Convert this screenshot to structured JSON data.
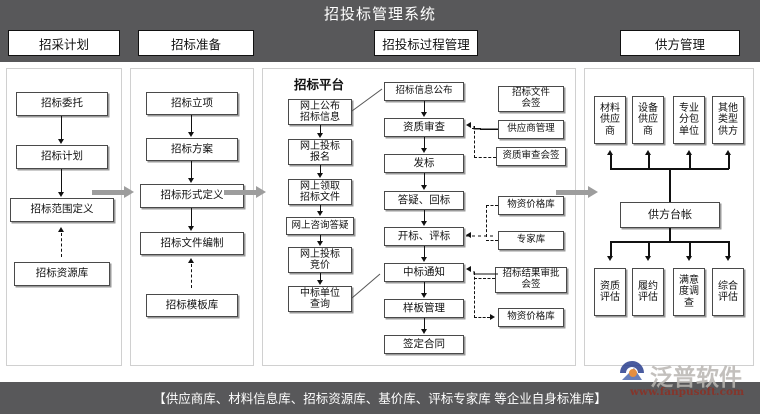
{
  "header": {
    "title": "招投标管理系统",
    "tabs": [
      {
        "label": "招采计划"
      },
      {
        "label": "招标准备"
      },
      {
        "label": "招投标过程管理"
      },
      {
        "label": "供方管理"
      }
    ]
  },
  "footer": {
    "text": "【供应商库、材料信息库、招标资源库、基价库、评标专家库 等企业自身标准库】"
  },
  "watermark": {
    "name": "泛普软件",
    "url": "www.fanpusoft.com"
  },
  "colors": {
    "bar": "#58585a",
    "bar_text": "#ffffff",
    "node_border": "#4a4a4a",
    "node_shadow": "#9a9a9a",
    "panel_border": "#d0d0d0",
    "stage_arrow": "#9d9d9d",
    "watermark_name": "#b9b6b2",
    "watermark_url": "#8d2f23"
  },
  "panel0": {
    "nodes": [
      {
        "label": "招标委托"
      },
      {
        "label": "招标计划"
      },
      {
        "label": "招标范围定义"
      },
      {
        "label": "招标资源库"
      }
    ]
  },
  "panel1": {
    "nodes": [
      {
        "label": "招标立项"
      },
      {
        "label": "招标方案"
      },
      {
        "label": "招标形式定义"
      },
      {
        "label": "招标文件编制"
      },
      {
        "label": "招标模板库"
      }
    ]
  },
  "platform": {
    "title": "招标平台",
    "nodes": [
      {
        "label": "网上公布\n招标信息",
        "line1": "网上公布",
        "line2": "招标信息"
      },
      {
        "label": "网上投标\n报名",
        "line1": "网上投标",
        "line2": "报名"
      },
      {
        "label": "网上领取\n招标文件",
        "line1": "网上领取",
        "line2": "招标文件"
      },
      {
        "label": "网上咨询答疑",
        "line1": "网上咨询答疑",
        "line2": ""
      },
      {
        "label": "网上投标\n竞价",
        "line1": "网上投标",
        "line2": "竞价"
      },
      {
        "label": "中标单位\n查询",
        "line1": "中标单位",
        "line2": "查询"
      }
    ]
  },
  "process": {
    "nodes": [
      {
        "label": "招标信息公布"
      },
      {
        "label": "资质审查"
      },
      {
        "label": "发标"
      },
      {
        "label": "答疑、回标"
      },
      {
        "label": "开标、评标"
      },
      {
        "label": "中标通知"
      },
      {
        "label": "样板管理"
      },
      {
        "label": "签定合同"
      }
    ]
  },
  "side": {
    "nodes": [
      {
        "line1": "招标文件",
        "line2": "会签"
      },
      {
        "line1": "供应商管理",
        "line2": ""
      },
      {
        "line1": "资质审查会签",
        "line2": ""
      },
      {
        "line1": "物资价格库",
        "line2": ""
      },
      {
        "line1": "专家库",
        "line2": ""
      },
      {
        "line1": "招标结果审批",
        "line2": "会签"
      },
      {
        "line1": "物资价格库",
        "line2": ""
      }
    ]
  },
  "supplier": {
    "top": [
      {
        "label": "材料供应商",
        "lines": [
          "材料",
          "供应",
          "商"
        ]
      },
      {
        "label": "设备供应商",
        "lines": [
          "设备",
          "供应",
          "商"
        ]
      },
      {
        "label": "专业分包单位",
        "lines": [
          "专业",
          "分包",
          "单位"
        ]
      },
      {
        "label": "其他类型供方",
        "lines": [
          "其他",
          "类型",
          "供方"
        ]
      }
    ],
    "ledger": {
      "label": "供方台帐"
    },
    "bottom": [
      {
        "label": "资质评估",
        "lines": [
          "资质",
          "评估"
        ]
      },
      {
        "label": "履约评估",
        "lines": [
          "履约",
          "评估"
        ]
      },
      {
        "label": "满意度调查",
        "lines": [
          "满意",
          "度调",
          "查"
        ]
      },
      {
        "label": "综合评估",
        "lines": [
          "综合",
          "评估"
        ]
      }
    ]
  }
}
